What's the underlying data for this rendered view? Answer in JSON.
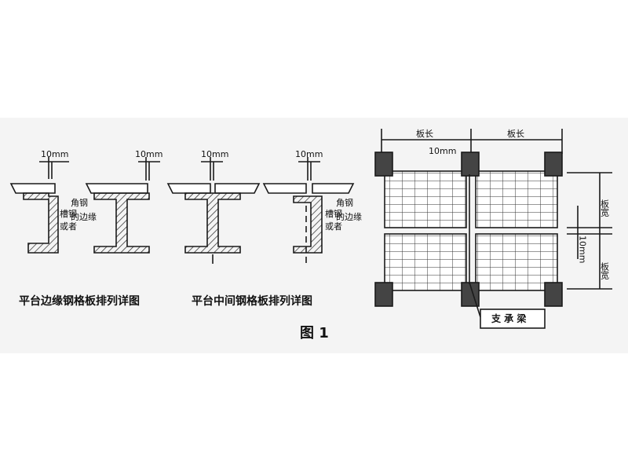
{
  "left_section": {
    "gap_label": "10mm",
    "edge_note_col1": "角钢",
    "edge_note_col2": "槽钢",
    "edge_note_col3": "或者",
    "edge_note_col4": "的边缘",
    "caption_edge": "平台边缘钢格板排列详图",
    "caption_middle": "平台中间钢格板排列详图"
  },
  "figure_label": "图 1",
  "right_section": {
    "plate_length": "板长",
    "plate_width": "板宽",
    "gap_label": "10mm",
    "support_beam": "支 承 梁"
  },
  "colors": {
    "line": "#1a1a1a",
    "background": "#f4f4f4",
    "page": "#ffffff"
  }
}
